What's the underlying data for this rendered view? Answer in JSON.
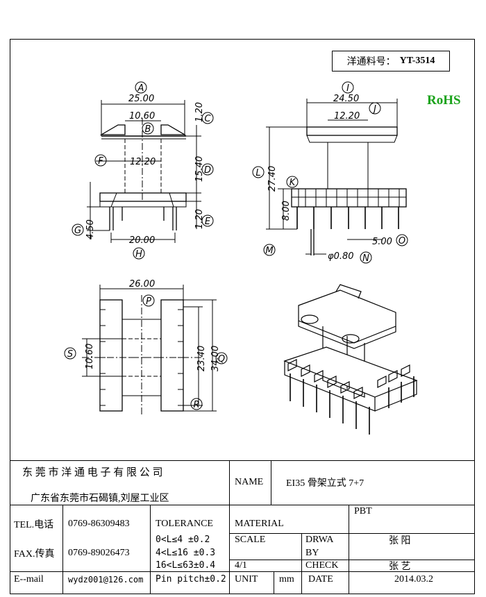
{
  "part_box": {
    "label": "洋通料号：",
    "number": "YT-3514"
  },
  "rohs": "RoHS",
  "front_view": {
    "labels": {
      "A": "A",
      "B": "B",
      "C": "C",
      "D": "D",
      "E": "E",
      "F": "F",
      "G": "G",
      "H": "H"
    },
    "dims": {
      "A": "25.00",
      "B": "10.60",
      "C": "1.20",
      "D": "15.40",
      "E": "1.20",
      "F": "12.20",
      "G": "4.50",
      "H": "20.00"
    }
  },
  "side_view": {
    "labels": {
      "I": "I",
      "J": "J",
      "K": "K",
      "L": "L",
      "M": "M",
      "N": "N",
      "O": "O"
    },
    "dims": {
      "I": "24.50",
      "J": "12.20",
      "L": "27.40",
      "M": "8.00",
      "N": "φ0.80",
      "O": "5.00"
    }
  },
  "top_view": {
    "labels": {
      "P": "P",
      "Q": "Q",
      "R": "R",
      "S": "S"
    },
    "dims": {
      "P": "26.00",
      "S": "10.60",
      "R": "23.40",
      "Q": "34.00"
    }
  },
  "title_block": {
    "company": "东 莞 市 洋 通 电 子 有 限 公 司",
    "address": "广东省东莞市石碣镇,刘屋工业区",
    "name_label": "NAME",
    "name_value": "EI35 骨架立式 7+7",
    "tel_label": "TEL.电话",
    "tel_value": "0769-86309483",
    "fax_label": "FAX.传真",
    "fax_value": "0769-89026473",
    "email_label": "E--mail",
    "email_value": "wydz001@126.com",
    "tolerance_label": "TOLERANCE",
    "tolerance_rows": [
      "0<L≤4   ±0.2",
      "4<L≤16  ±0.3",
      "16<L≤63±0.4",
      "Pin pitch±0.2"
    ],
    "material_label": "MATERIAL",
    "material_value": "PBT",
    "scale_label": "SCALE",
    "scale_value": "4/1",
    "drawn_label_1": "DRWA",
    "drawn_label_2": "BY",
    "drawn_value": "张 阳",
    "check_label": "CHECK",
    "check_value": "张 艺",
    "unit_label": "UNIT",
    "unit_value": "mm",
    "date_label": "DATE",
    "date_value": "2014.03.2"
  }
}
